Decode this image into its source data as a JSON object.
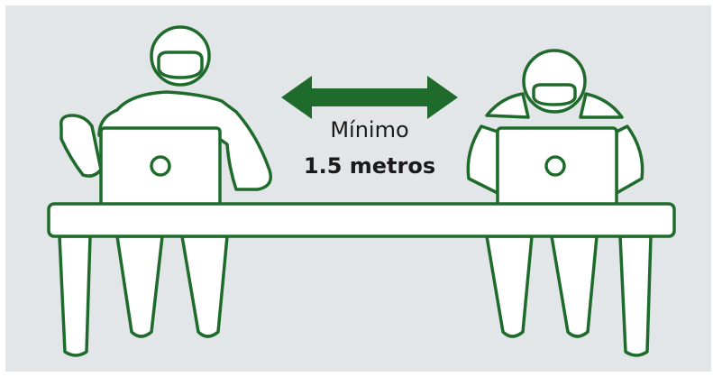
{
  "colors": {
    "outline": "#1e6b2c",
    "arrow": "#1e6b2c",
    "fill": "#ffffff",
    "background": "#e3e6e8"
  },
  "caption": {
    "line1": "Mínimo",
    "line2": "1.5 metros"
  },
  "figures": {
    "left_person": "person-with-face-mask",
    "right_person": "person-with-face-mask",
    "arrow": "double-headed-arrow"
  }
}
